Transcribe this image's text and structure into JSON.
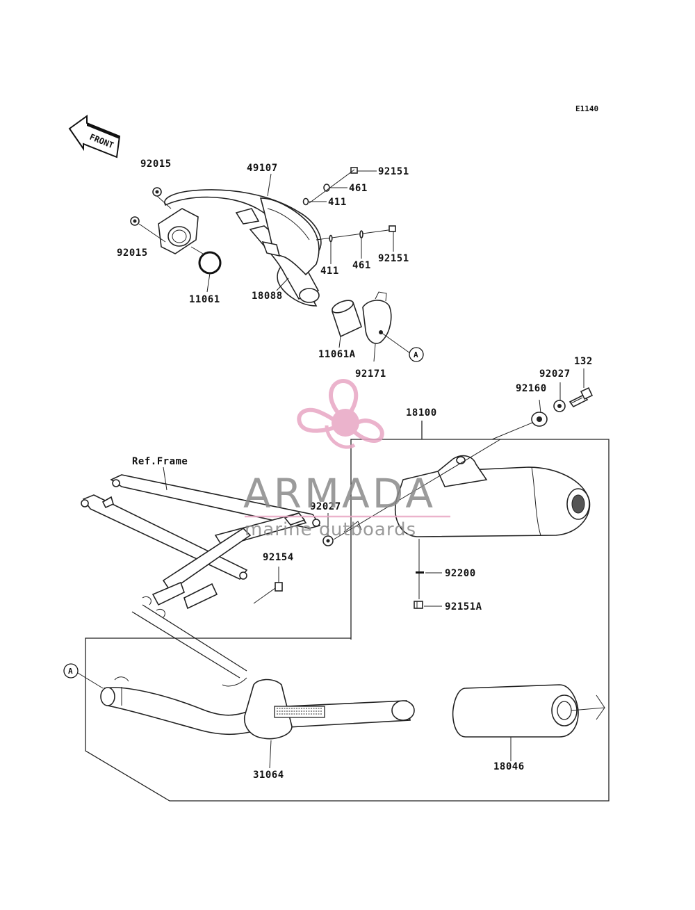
{
  "diagram": {
    "code": "E1140",
    "front_label": "FRONT",
    "ref_frame_label": "Ref.Frame",
    "ref_marker": "A",
    "parts": {
      "p92015_top": "92015",
      "p92015_left": "92015",
      "p11061": "11061",
      "p18088": "18088",
      "p49107": "49107",
      "p92151_top": "92151",
      "p461_top": "461",
      "p411_top": "411",
      "p411_bottom": "411",
      "p461_bottom": "461",
      "p92151_bottom": "92151",
      "p11061A": "11061A",
      "p92171": "92171",
      "p18100": "18100",
      "p92160": "92160",
      "p92027_top": "92027",
      "p132": "132",
      "p92027_mid": "92027",
      "p92154": "92154",
      "p92200": "92200",
      "p92151A": "92151A",
      "p31064": "31064",
      "p18046": "18046"
    }
  },
  "watermark": {
    "brand": "ARMADA",
    "tagline": "marine outboards",
    "colors": {
      "pink": "#e8a6c4",
      "pink_dark": "#d77fa9",
      "gray": "#8a8a8a"
    }
  }
}
